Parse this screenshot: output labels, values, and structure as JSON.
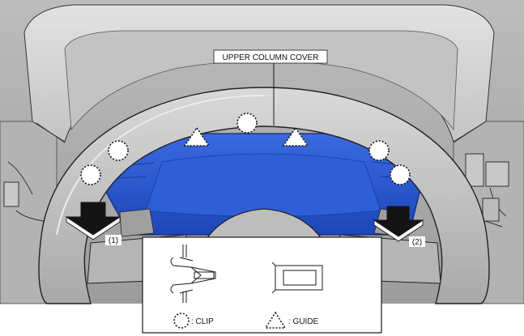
{
  "callout": {
    "label": "UPPER COLUMN COVER"
  },
  "arrows": [
    {
      "label": "(1)"
    },
    {
      "label": "(2)"
    }
  ],
  "legend": {
    "clip_label": ": CLIP",
    "guide_label": ": GUIDE"
  },
  "colors": {
    "cover_blue": "#2a5ad2",
    "line_dark": "#1a1a1a",
    "interior_gray": "#cfcfcf"
  },
  "icons": {
    "clip_marker": "dotted-circle-icon",
    "guide_marker": "dotted-triangle-icon",
    "removal_arrow": "down-arrow-icon"
  }
}
